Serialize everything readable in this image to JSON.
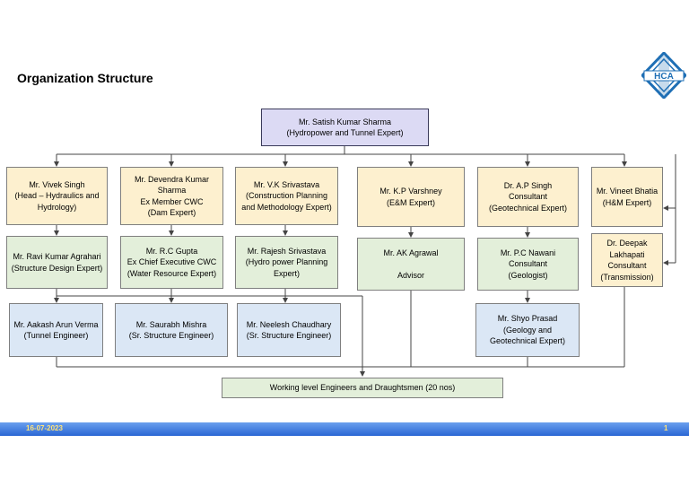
{
  "title": "Organization Structure",
  "logo": {
    "text": "HCA",
    "icon": "hca-diamond-logo",
    "color": "#1f6fb5"
  },
  "nodes": {
    "root": "Mr. Satish Kumar Sharma\n(Hydropower and Tunnel Expert)",
    "vivek": "Mr. Vivek Singh\n(Head – Hydraulics and Hydrology)",
    "devendra": "Mr. Devendra Kumar Sharma\nEx Member CWC\n(Dam Expert)",
    "vk": "Mr. V.K Srivastava\n(Construction Planning and Methodology Expert)",
    "kp": "Mr. K.P Varshney\n(E&M Expert)",
    "ap": "Dr. A.P Singh\nConsultant\n(Geotechnical Expert)",
    "vineet": "Mr. Vineet Bhatia\n(H&M Expert)",
    "ravi": "Mr. Ravi Kumar Agrahari\n(Structure Design Expert)",
    "rc": "Mr. R.C Gupta\nEx Chief Executive CWC\n(Water Resource Expert)",
    "rajesh": "Mr. Rajesh Srivastava\n(Hydro power Planning Expert)",
    "ak": "Mr. AK Agrawal\n\nAdvisor",
    "pc": "Mr. P.C Nawani\nConsultant\n(Geologist)",
    "deepak": "Dr. Deepak Lakhapati\nConsultant\n(Transmission)",
    "aakash": "Mr. Aakash Arun Verma\n(Tunnel Engineer)",
    "saurabh": "Mr. Saurabh Mishra\n(Sr. Structure Engineer)",
    "neelesh": "Mr. Neelesh Chaudhary\n(Sr. Structure Engineer)",
    "shyo": "Mr. Shyo Prasad\n(Geology and Geotechnical Expert)",
    "working": "Working level Engineers and Draughtsmen (20 nos)"
  },
  "colors": {
    "lavender": "#dcdaf4",
    "yellow": "#fdf0cf",
    "green": "#e3efda",
    "blue": "#dbe7f5",
    "footer": "#2a66d4",
    "footer_text": "#ffe37a"
  },
  "footer": {
    "date": "16-07-2023",
    "page": "1"
  }
}
